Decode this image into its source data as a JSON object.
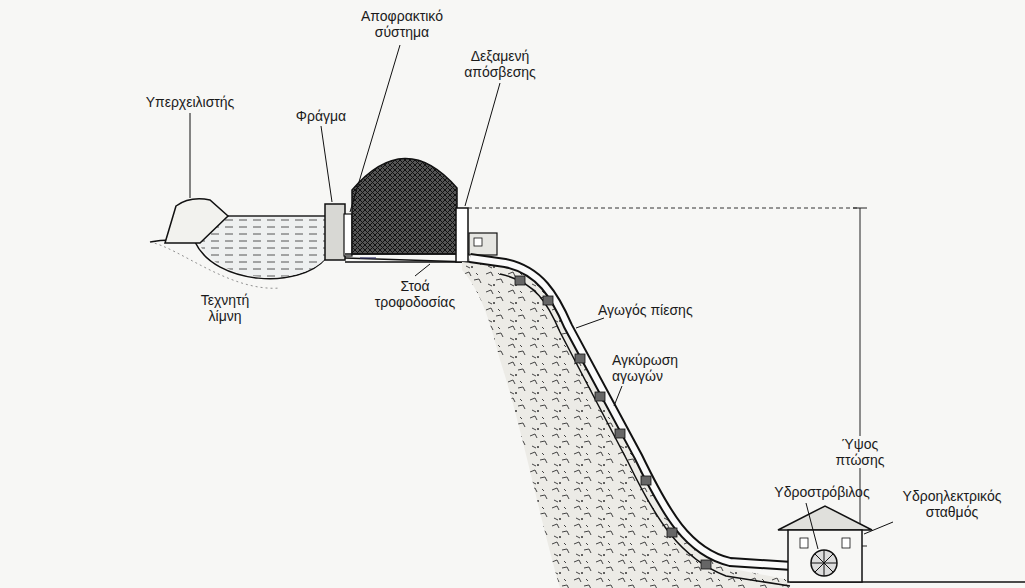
{
  "diagram": {
    "labels": [
      "Υπερχειλιστής",
      "Φράγμα",
      "Αποφρακτικό σύστημα",
      "Δεξαμενή απόσβεσης",
      "Τεχνητή λίμνη",
      "Στοά τροφοδοσίας",
      "Αγωγός πίεσης",
      "Αγκύρωση αγωγών",
      "Ύψος πτώσης",
      "Υδροστρόβιλος",
      "Υδροηλεκτρικός σταθμός"
    ]
  }
}
